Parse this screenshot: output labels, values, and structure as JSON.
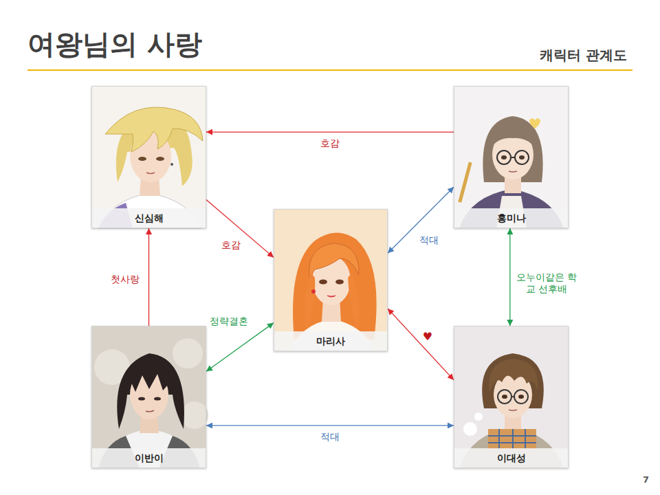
{
  "diagram": {
    "title": "여왕님의 사랑",
    "nodes": [
      {
        "text": [
          "신심해"
        ]
      },
      {
        "text": [
          "홍미나"
        ]
      },
      {
        "text": [
          "마리사"
        ]
      },
      {
        "text": [
          "이반이"
        ]
      },
      {
        "text": [
          "이대성"
        ]
      }
    ],
    "edges": [
      {
        "from": 1,
        "to": 0,
        "label": "호감",
        "arrow": "to"
      },
      {
        "from": 0,
        "to": 2,
        "label": "호감",
        "arrow": "to"
      },
      {
        "from": 3,
        "to": 0,
        "label": "첫사랑",
        "arrow": "to"
      },
      {
        "from": 2,
        "to": 1,
        "label": "적대",
        "arrow": "both"
      },
      {
        "from": 1,
        "to": 4,
        "label": "오누이같은 학교 선후배",
        "arrow": "both"
      },
      {
        "from": 3,
        "to": 2,
        "label": "정략결혼",
        "arrow": "both"
      },
      {
        "from": 2,
        "to": 4,
        "label": "♥",
        "arrow": "both"
      },
      {
        "from": 3,
        "to": 4,
        "label": "적대",
        "arrow": "both"
      }
    ],
    "labels": [
      "캐릭터 관계도",
      "7"
    ]
  }
}
